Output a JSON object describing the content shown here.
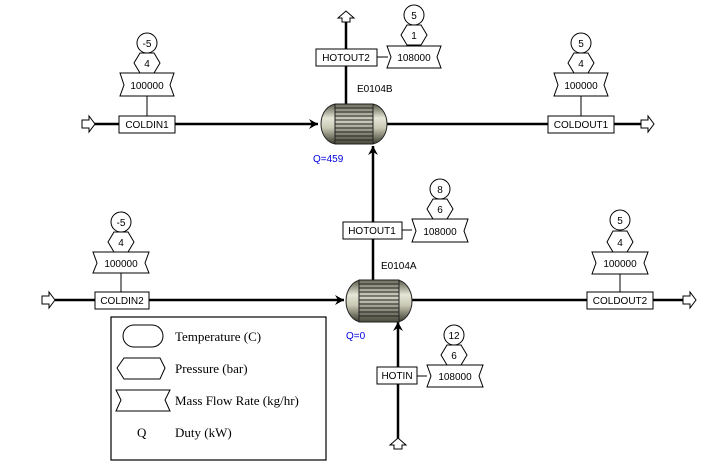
{
  "diagram": {
    "type": "process-flowsheet",
    "exchangers": [
      {
        "id": "E0104B",
        "label": "E0104B",
        "duty": "Q=459"
      },
      {
        "id": "E0104A",
        "label": "E0104A",
        "duty": "Q=0"
      }
    ],
    "streams": [
      {
        "name": "COLDIN1",
        "temperature": "-5",
        "pressure": "4",
        "mass_flow": "100000"
      },
      {
        "name": "COLDOUT1",
        "temperature": "5",
        "pressure": "4",
        "mass_flow": "100000"
      },
      {
        "name": "HOTOUT2",
        "temperature": "5",
        "pressure": "1",
        "mass_flow": "108000"
      },
      {
        "name": "HOTOUT1",
        "temperature": "8",
        "pressure": "6",
        "mass_flow": "108000"
      },
      {
        "name": "COLDIN2",
        "temperature": "-5",
        "pressure": "4",
        "mass_flow": "100000"
      },
      {
        "name": "COLDOUT2",
        "temperature": "5",
        "pressure": "4",
        "mass_flow": "100000"
      },
      {
        "name": "HOTIN",
        "temperature": "12",
        "pressure": "6",
        "mass_flow": "108000"
      }
    ],
    "legend": {
      "items": [
        {
          "symbol": "temperature-oval",
          "label": "Temperature (C)"
        },
        {
          "symbol": "pressure-hexagon",
          "label": "Pressure (bar)"
        },
        {
          "symbol": "massflow-ribbon",
          "label": "Mass Flow Rate (kg/hr)"
        },
        {
          "symbol": "Q",
          "label": "Duty (kW)"
        }
      ]
    }
  }
}
